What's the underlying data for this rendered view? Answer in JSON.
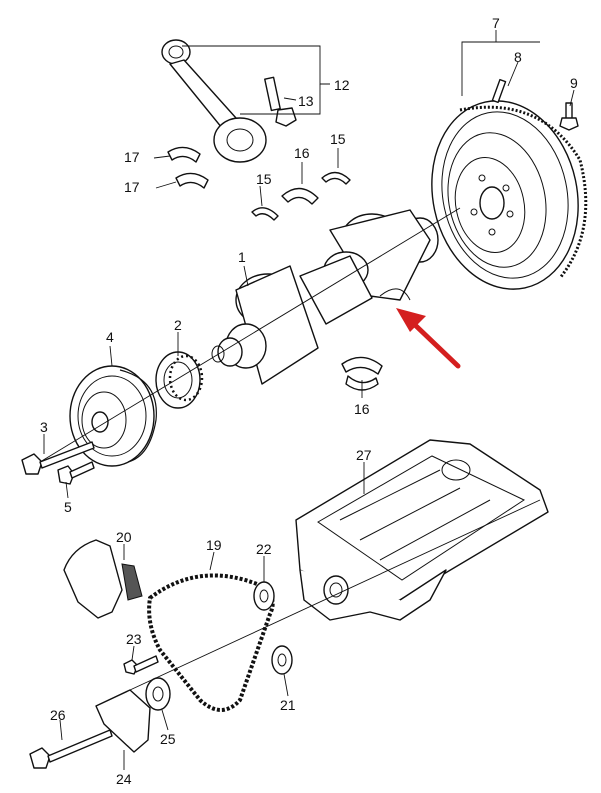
{
  "labels": {
    "p1": "1",
    "p2": "2",
    "p3": "3",
    "p4": "4",
    "p5": "5",
    "p7": "7",
    "p8": "8",
    "p9": "9",
    "p12": "12",
    "p13": "13",
    "p15a": "15",
    "p15b": "15",
    "p16a": "16",
    "p16b": "16",
    "p17a": "17",
    "p17b": "17",
    "p19": "19",
    "p20": "20",
    "p21": "21",
    "p22": "22",
    "p23": "23",
    "p24": "24",
    "p25": "25",
    "p26": "26",
    "p27": "27"
  },
  "colors": {
    "line": "#111111",
    "arrow": "#d41f1f",
    "background": "#ffffff"
  },
  "icons": {
    "pointer": "red-arrow-icon"
  }
}
